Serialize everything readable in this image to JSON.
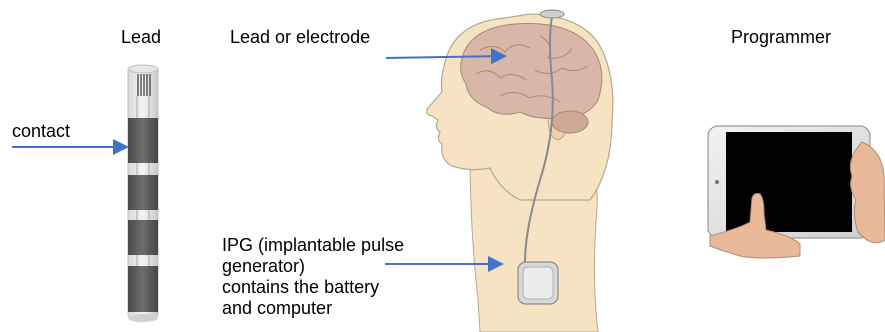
{
  "labels": {
    "lead": "Lead",
    "lead_or_electrode": "Lead or electrode",
    "programmer": "Programmer",
    "contact": "contact",
    "ipg_lines": [
      "IPG (implantable pulse",
      "generator)",
      "contains the battery",
      "and computer"
    ]
  },
  "colors": {
    "arrow": "#4472c4",
    "skin": "#f5e3c4",
    "brain": "#d9b7a8",
    "lead_contact": "#5e5e5e",
    "tablet_screen": "#000000"
  },
  "icons": {
    "lead": "electrode-lead-illustration",
    "head": "head-with-implant-illustration",
    "tablet": "tablet-programmer-illustration"
  }
}
